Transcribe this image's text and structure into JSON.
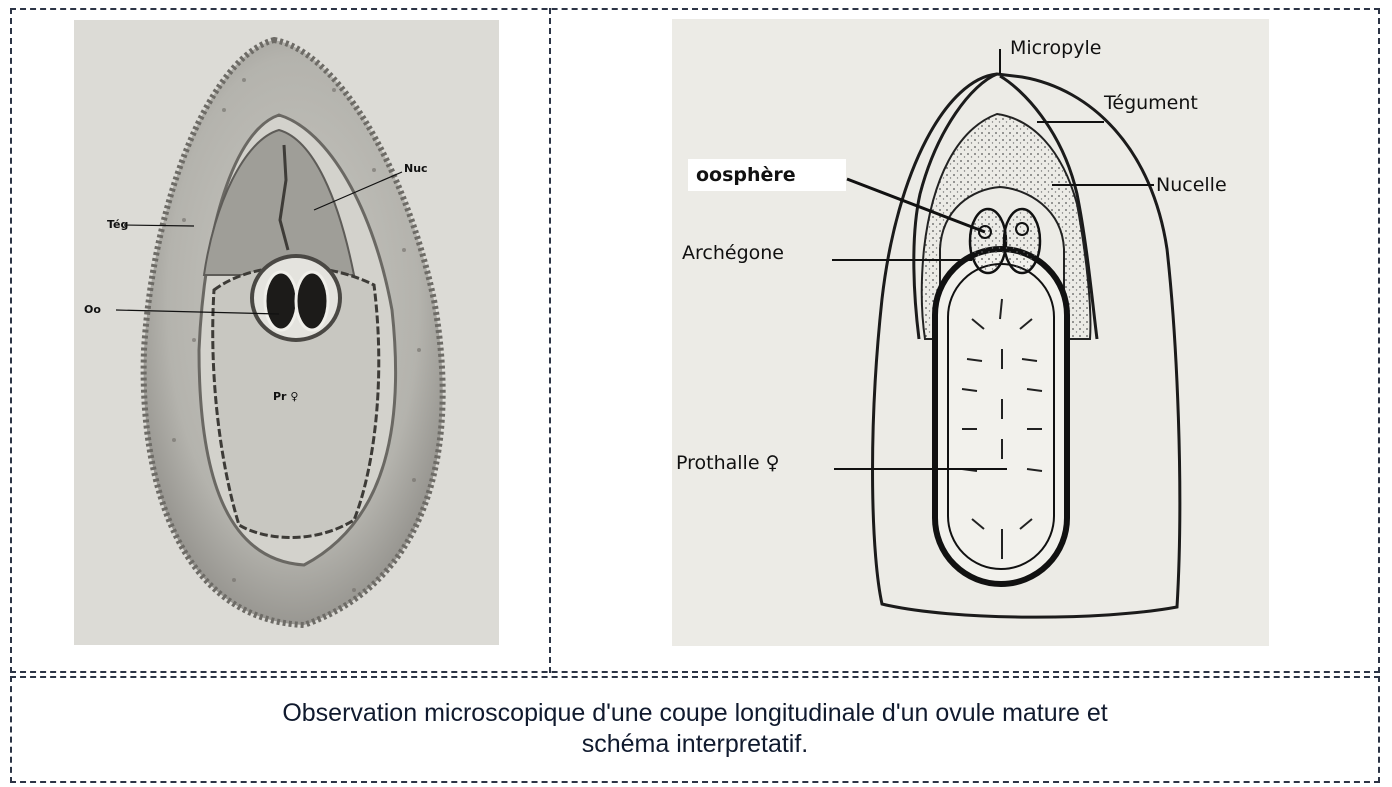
{
  "photo_labels": {
    "teg": "Tég",
    "nuc": "Nuc",
    "oo": "Oo",
    "pr": "Pr ♀"
  },
  "schema_labels": {
    "micropyle": "Micropyle",
    "tegument": "Tégument",
    "oosphere": "oosphère",
    "nucelle": "Nucelle",
    "archegone": "Archégone",
    "prothalle": "Prothalle ♀"
  },
  "caption": {
    "line1": "Observation microscopique d'une coupe longitudinale d'un ovule mature et",
    "line2": "schéma interpretatif."
  }
}
